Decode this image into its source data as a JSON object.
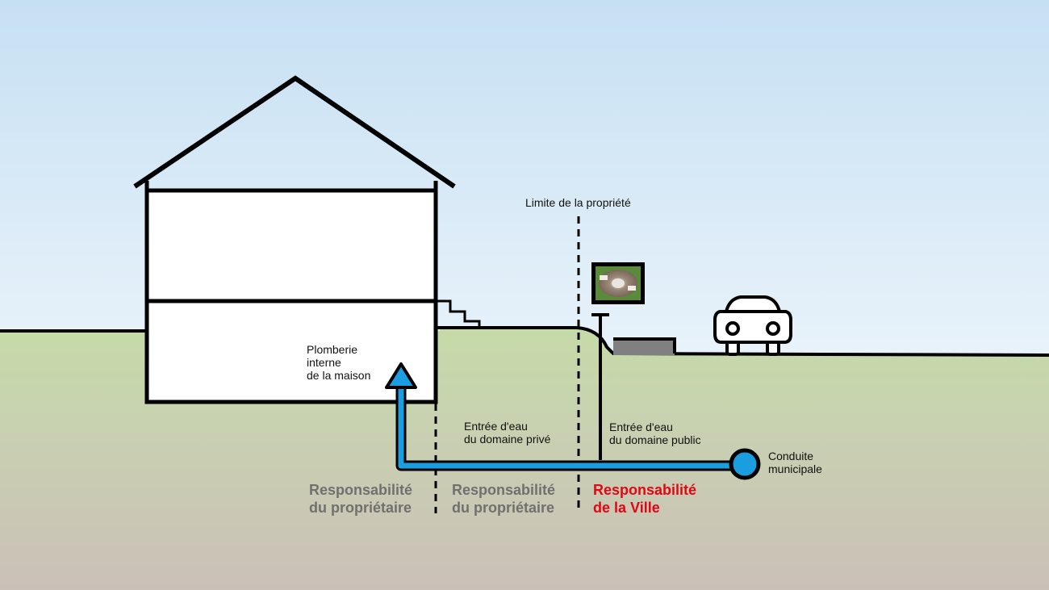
{
  "labels": {
    "property_limit": "Limite de la propriété",
    "plumbing": [
      "Plomberie",
      "interne",
      "de la maison"
    ],
    "private_entry": [
      "Entrée d'eau",
      "du domaine privé"
    ],
    "public_entry": [
      "Entrée d'eau",
      "du domaine public"
    ],
    "main": [
      "Conduite",
      "municipale"
    ]
  },
  "responsibility": {
    "owner_house": [
      "Responsabilité",
      "du propriétaire"
    ],
    "owner_private": [
      "Responsabilité",
      "du propriétaire"
    ],
    "city": [
      "Responsabilité",
      "de la Ville"
    ]
  },
  "colors": {
    "sky_top": "#c6e0f3",
    "sky_bottom": "#ffffff",
    "ground_top": "#c5dba8",
    "ground_bottom": "#cbc0b8",
    "pipe": "#1a9ee0",
    "outline": "#000000",
    "owner_text": "#707070",
    "city_text": "#e30613",
    "curb": "#808080"
  },
  "icons": {
    "house": "house-icon",
    "car": "car-icon",
    "valve_photo": "valve-photo-icon",
    "flow_arrow": "arrow-up-icon",
    "main_pipe": "pipe-circle-icon"
  }
}
